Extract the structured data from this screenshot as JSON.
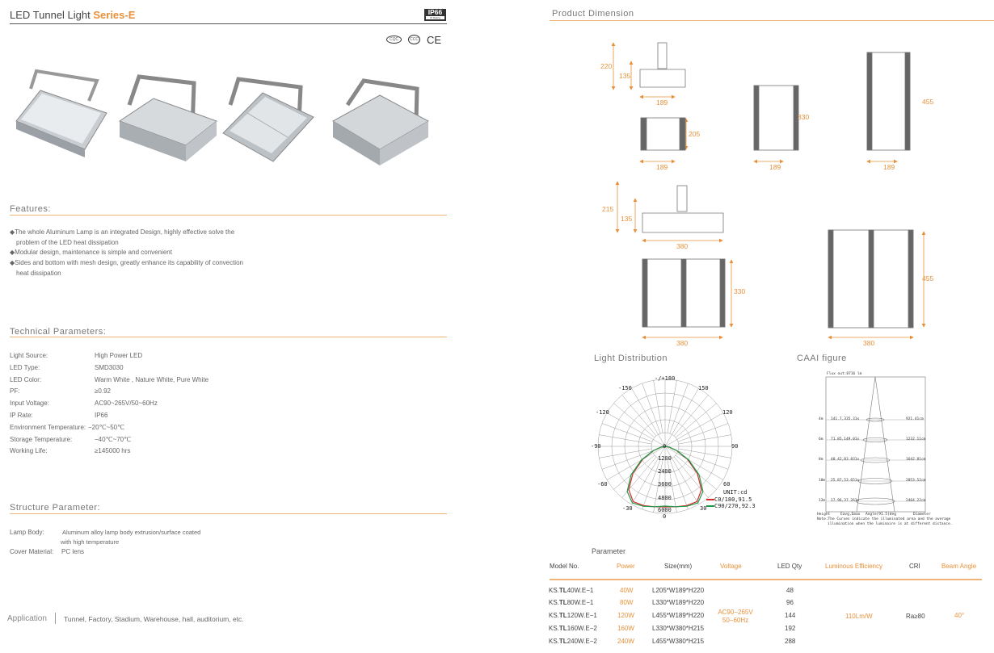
{
  "header": {
    "title": "LED Tunnel Light",
    "series": "Series-E",
    "ip_badge": "IP66",
    "ip_badge_sub": "IP Rating",
    "certs": [
      "CQC",
      "CCC",
      "CE"
    ]
  },
  "features": {
    "heading": "Features:",
    "items": [
      [
        "The whole Aluminum Lamp is an integrated Design, highly effective solve the",
        "problem of the LED heat dissipation"
      ],
      [
        "Modular design, maintenance is simple and convenient"
      ],
      [
        "Sides and bottom with mesh design, greatly enhance its capability of convection",
        "heat dissipation"
      ]
    ]
  },
  "technical": {
    "heading": "Technical Parameters:",
    "rows": [
      {
        "label": "Light Source:",
        "value": "High Power LED"
      },
      {
        "label": "LED Type:",
        "value": "SMD3030"
      },
      {
        "label": "LED Color:",
        "value": "Warm White , Nature White, Pure White"
      },
      {
        "label": "PF:",
        "value": "≥0.92"
      },
      {
        "label": "Input Voltage:",
        "value": "AC90~265V/50~60Hz"
      },
      {
        "label": "IP Rate:",
        "value": "IP66"
      },
      {
        "label": "Environment Temperature:",
        "value": "−20℃~50℃"
      },
      {
        "label": "Storage Temperature:",
        "value": "−40℃~70℃"
      },
      {
        "label": "Working Life:",
        "value": "≥145000 hrs"
      }
    ]
  },
  "structure": {
    "heading": "Structure Parameter:",
    "lamp_body_label": "Lamp Body:",
    "lamp_body_value": "Aluminum alloy lamp body extrusion/surface coated",
    "lamp_body_value2": "with high temperature",
    "cover_label": "Cover Material:",
    "cover_value": "PC lens"
  },
  "application": {
    "label": "Application",
    "value": "Tunnel, Factory, Stadium, Warehouse, hall, auditorium, etc."
  },
  "dimension": {
    "heading": "Product Dimension",
    "dims": {
      "h220": "220",
      "h135": "135",
      "w189a": "189",
      "h205": "205",
      "w189b": "189",
      "h330": "330",
      "w189c": "189",
      "h455": "455",
      "w189d": "189",
      "h215": "215",
      "h135b": "135",
      "w380a": "380",
      "h330b": "330",
      "w380b": "380",
      "h455b": "455",
      "w380c": "380"
    }
  },
  "light_distribution": {
    "heading": "Light Distribution",
    "angles": {
      "top": "-/+180",
      "a150l": "-150",
      "a150r": "150",
      "a120l": "-120",
      "a120r": "120",
      "a90l": "-90",
      "a90r": "90",
      "a60l": "-60",
      "a60r": "60",
      "a30l": "-30",
      "a30r": "30",
      "bottom": "0"
    },
    "rings": [
      "0",
      "1200",
      "2400",
      "3600",
      "4800",
      "6000"
    ],
    "unit": "UNIT:cd",
    "series": [
      {
        "name": "C0/180,91.5",
        "color": "#d62b2b",
        "r": [
          75,
          76,
          78,
          79,
          70,
          52,
          32,
          15,
          5,
          0
        ]
      },
      {
        "name": "C90/270,92.3",
        "color": "#1e9a4a",
        "r": [
          74,
          76,
          79,
          81,
          73,
          55,
          34,
          16,
          5,
          0
        ]
      }
    ]
  },
  "caai": {
    "heading": "CAAI figure",
    "flux": "Flux out:8716 lm",
    "rows": [
      {
        "h": "4m",
        "e": "141.7,335.31x",
        "d": "921.41cm"
      },
      {
        "h": "6m",
        "e": "71.85,149.01x",
        "d": "1232.11cm"
      },
      {
        "h": "8m",
        "e": "40.42,83.831x",
        "d": "1642.81cm"
      },
      {
        "h": "10m",
        "e": "25.87,53.651x",
        "d": "2053.52cm"
      },
      {
        "h": "12m",
        "e": "17.96,37.261x",
        "d": "2464.22cm"
      }
    ],
    "foot_height": "Height",
    "foot_eav": "Eavg,Emax",
    "foot_angle": "Angle(91.5)deg",
    "foot_diam": "Diameter",
    "note1": "Note:The Curves indicate the illuminated area and the average",
    "note2": "illumination when the luminaire is at different distance."
  },
  "parameter": {
    "heading": "Parameter",
    "columns": [
      "Model No.",
      "Power",
      "Size(mm)",
      "Voltage",
      "LED Qty",
      "Luminous Efficiency",
      "CRI",
      "Beam Angle"
    ],
    "rows": [
      {
        "model_a": "KS.",
        "model_b": "TL",
        "model_c": "40W.E−1",
        "power": "40W",
        "size": "L205*W189*H220",
        "qty": "48"
      },
      {
        "model_a": "KS.",
        "model_b": "TL",
        "model_c": "80W.E−1",
        "power": "80W",
        "size": "L330*W189*H220",
        "qty": "96"
      },
      {
        "model_a": "KS.",
        "model_b": "TL",
        "model_c": "120W.E−1",
        "power": "120W",
        "size": "L455*W189*H220",
        "qty": "144"
      },
      {
        "model_a": "KS.",
        "model_b": "TL",
        "model_c": "160W.E−2",
        "power": "160W",
        "size": "L330*W380*H215",
        "qty": "192"
      },
      {
        "model_a": "KS.",
        "model_b": "TL",
        "model_c": "240W.E−2",
        "power": "240W",
        "size": "L455*W380*H215",
        "qty": "288"
      }
    ],
    "voltage1": "AC90−265V",
    "voltage2": "50−60Hz",
    "efficiency": "110Lm/W",
    "cri": "Ra≥80",
    "beam": "40°"
  },
  "colors": {
    "accent": "#e8913a",
    "line": "#f0b47a"
  }
}
